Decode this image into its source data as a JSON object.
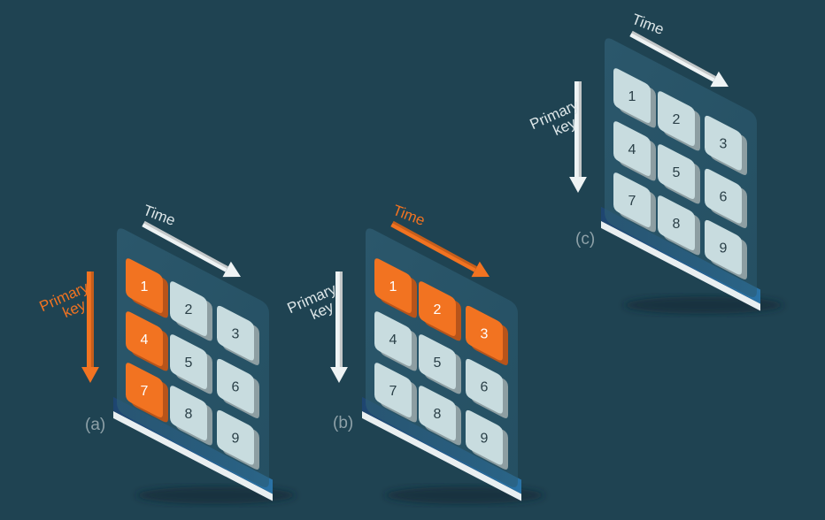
{
  "colors": {
    "background": "#1f4352",
    "highlight": "#f27321",
    "highlight_dark": "#b8541a",
    "cell": "#c8dcdf",
    "cell_side": "#8d9ea2",
    "cell_text": "#2a3f47",
    "arrow_light": "#eef3f4",
    "label_light": "#dde6e8",
    "panel_label": "#8ea1a8"
  },
  "diagrams": [
    {
      "id": "a",
      "label": "(a)",
      "time_label": "Time",
      "key_line1": "Primary",
      "key_line2": "key",
      "highlight_axis": "key",
      "cells": [
        "1",
        "2",
        "3",
        "4",
        "5",
        "6",
        "7",
        "8",
        "9"
      ],
      "highlighted": [
        "1",
        "4",
        "7"
      ]
    },
    {
      "id": "b",
      "label": "(b)",
      "time_label": "Time",
      "key_line1": "Primary",
      "key_line2": "key",
      "highlight_axis": "time",
      "cells": [
        "1",
        "2",
        "3",
        "4",
        "5",
        "6",
        "7",
        "8",
        "9"
      ],
      "highlighted": [
        "1",
        "2",
        "3"
      ]
    },
    {
      "id": "c",
      "label": "(c)",
      "time_label": "Time",
      "key_line1": "Primary",
      "key_line2": "key",
      "highlight_axis": "none",
      "cells": [
        "1",
        "2",
        "3",
        "4",
        "5",
        "6",
        "7",
        "8",
        "9"
      ],
      "highlighted": []
    }
  ]
}
